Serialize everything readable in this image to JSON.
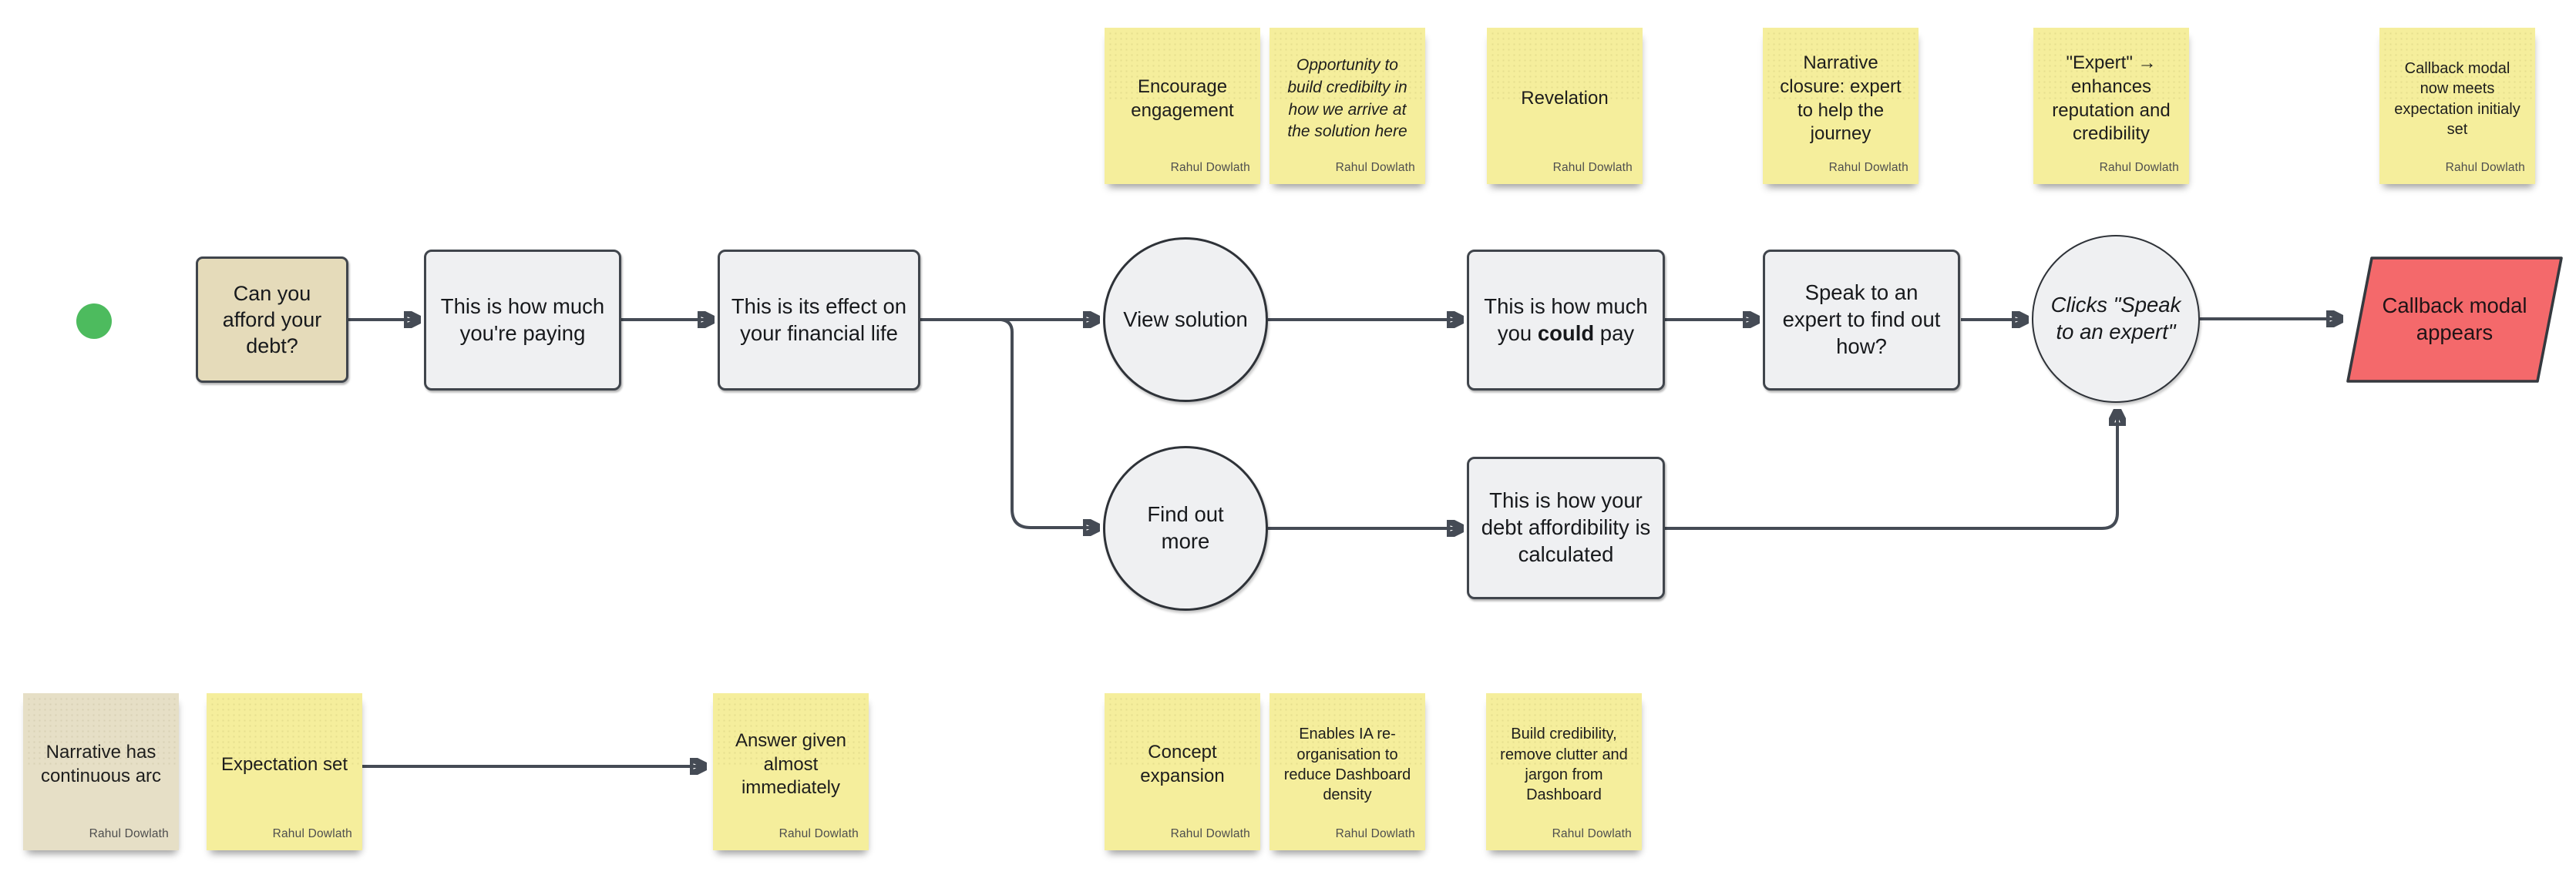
{
  "colors": {
    "sticky_yellow": "#f5ee9c",
    "sticky_tan": "#e6dfc6",
    "shape_gray": "#eff0f2",
    "shape_tan": "#e5dbba",
    "shape_red": "#f4696b",
    "start_green": "#4dbb5e",
    "connector": "#454b55",
    "border_dark": "#40454c"
  },
  "top_notes": [
    {
      "text": "Encourage engagement",
      "author": "Rahul Dowlath"
    },
    {
      "text": "Opportunity to build credibilty in how we arrive at the solution here",
      "author": "Rahul Dowlath"
    },
    {
      "text": "Revelation",
      "author": "Rahul Dowlath"
    },
    {
      "text": "Narrative closure: expert to help the journey",
      "author": "Rahul Dowlath"
    },
    {
      "text": "\"Expert\" → enhances reputation and credibility",
      "author": "Rahul Dowlath"
    },
    {
      "text": "Callback modal now meets expectation initialy set",
      "author": "Rahul Dowlath"
    }
  ],
  "bottom_notes": [
    {
      "text": "Narrative has continuous arc",
      "author": "Rahul Dowlath"
    },
    {
      "text": "Expectation set",
      "author": "Rahul Dowlath"
    },
    {
      "text": "Answer given almost immediately",
      "author": "Rahul Dowlath"
    },
    {
      "text": "Concept expansion",
      "author": "Rahul Dowlath"
    },
    {
      "text": "Enables IA re-organisation to reduce Dashboard density",
      "author": "Rahul Dowlath"
    },
    {
      "text": "Build credibility, remove clutter and jargon from Dashboard",
      "author": "Rahul Dowlath"
    }
  ],
  "flow": {
    "afford": {
      "text": "Can you afford your debt?"
    },
    "paying": {
      "text": "This is how much you're paying"
    },
    "effect": {
      "text": "This is its effect on your financial life"
    },
    "view_solution": {
      "text": "View solution"
    },
    "could_pay": {
      "pre": "This is how much you ",
      "bold": "could",
      "post": " pay"
    },
    "speak_expert": {
      "text": "Speak to an expert to find out how?"
    },
    "clicks_expert": {
      "text": "Clicks \"Speak to an expert\""
    },
    "callback_modal": {
      "text": "Callback modal appears"
    },
    "find_out_more": {
      "text": "Find out more"
    },
    "calc": {
      "text": "This is how your debt affordibility is calculated"
    }
  }
}
